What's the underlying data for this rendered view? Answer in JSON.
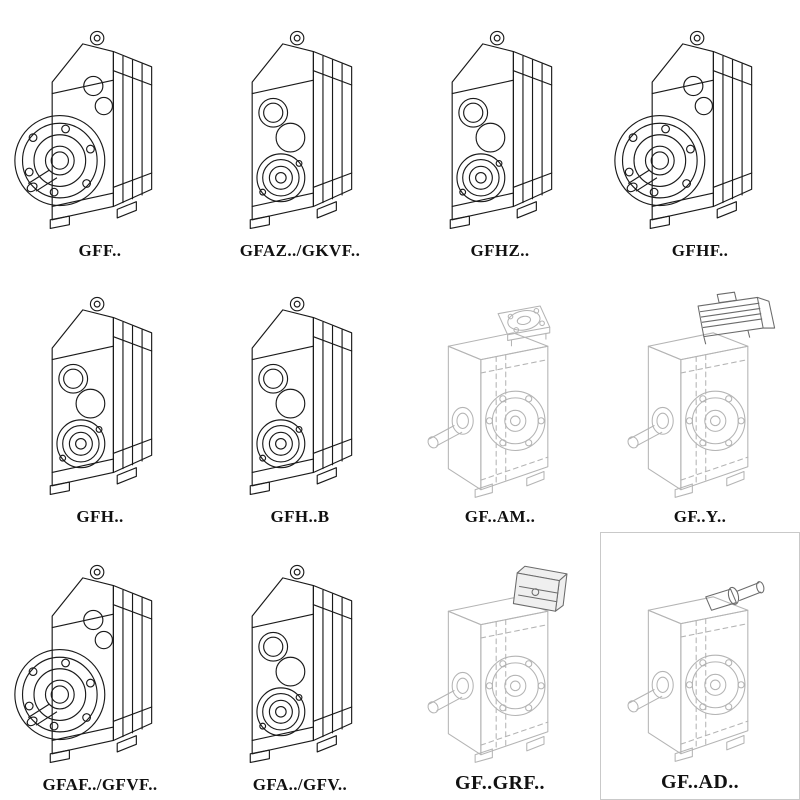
{
  "colors": {
    "ink": "#1a1a1a",
    "faint_ink": "#b4b4b4",
    "background": "#ffffff"
  },
  "cells": [
    {
      "label": "GFF..",
      "art": "flange"
    },
    {
      "label": "GFAZ../GKVF..",
      "art": "bore"
    },
    {
      "label": "GFHZ..",
      "art": "bore"
    },
    {
      "label": "GFHF..",
      "art": "flange"
    },
    {
      "label": "GFH..",
      "art": "bore"
    },
    {
      "label": "GFH..B",
      "art": "bore"
    },
    {
      "label": "GF..AM..",
      "art": "am"
    },
    {
      "label": "GF..Y..",
      "art": "y"
    },
    {
      "label": "GFAF../GFVF..",
      "art": "flange"
    },
    {
      "label": "GFA../GFV..",
      "art": "bore"
    },
    {
      "label": "GF..GRF..",
      "art": "grf"
    },
    {
      "label": "GF..AD..",
      "art": "ad"
    }
  ]
}
